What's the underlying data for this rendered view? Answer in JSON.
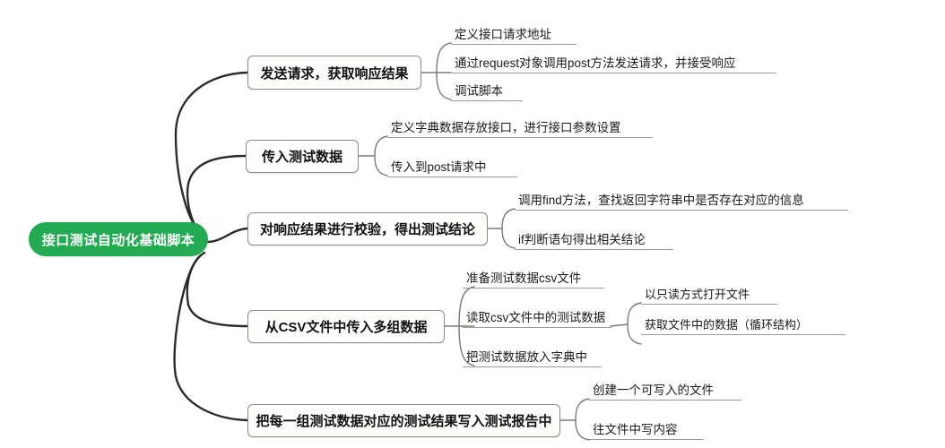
{
  "document": {
    "type": "mind-map",
    "title": "接口测试自动化基础脚本",
    "orientation": "left-to-right"
  },
  "colors": {
    "root_fill": "#22ab52",
    "root_text": "#ffffff",
    "branch_fill": "#fdfdfc",
    "branch_border": "#8a8a86",
    "link_stroke": "#2b2b2b",
    "leaf_underline": "#9a9a96",
    "background": "#ffffff"
  },
  "root": {
    "label": "接口测试自动化基础脚本"
  },
  "branches": [
    {
      "id": "branch-1",
      "label": "发送请求，获取响应结果",
      "children": [
        {
          "id": "leaf-1-1",
          "label": "定义接口请求地址",
          "children": []
        },
        {
          "id": "leaf-1-2",
          "label": "通过request对象调用post方法发送请求，并接受响应",
          "children": []
        },
        {
          "id": "leaf-1-3",
          "label": "调试脚本",
          "children": []
        }
      ]
    },
    {
      "id": "branch-2",
      "label": "传入测试数据",
      "children": [
        {
          "id": "leaf-2-1",
          "label": "定义字典数据存放接口，进行接口参数设置",
          "children": []
        },
        {
          "id": "leaf-2-2",
          "label": "传入到post请求中",
          "children": []
        }
      ]
    },
    {
      "id": "branch-3",
      "label": "对响应结果进行校验，得出测试结论",
      "children": [
        {
          "id": "leaf-3-1",
          "label": "调用find方法，查找返回字符串中是否存在对应的信息",
          "children": []
        },
        {
          "id": "leaf-3-2",
          "label": "if判断语句得出相关结论",
          "children": []
        }
      ]
    },
    {
      "id": "branch-4",
      "label": "从CSV文件中传入多组数据",
      "children": [
        {
          "id": "leaf-4-1",
          "label": "准备测试数据csv文件",
          "children": []
        },
        {
          "id": "leaf-4-2",
          "label": "读取csv文件中的测试数据",
          "children": [
            {
              "id": "leaf-4-2-1",
              "label": "以只读方式打开文件"
            },
            {
              "id": "leaf-4-2-2",
              "label": "获取文件中的数据（循环结构）"
            }
          ]
        },
        {
          "id": "leaf-4-3",
          "label": "把测试数据放入字典中",
          "children": []
        }
      ]
    },
    {
      "id": "branch-5",
      "label": "把每一组测试数据对应的测试结果写入测试报告中",
      "children": [
        {
          "id": "leaf-5-1",
          "label": "创建一个可写入的文件",
          "children": []
        },
        {
          "id": "leaf-5-2",
          "label": "往文件中写内容",
          "children": []
        }
      ]
    }
  ]
}
